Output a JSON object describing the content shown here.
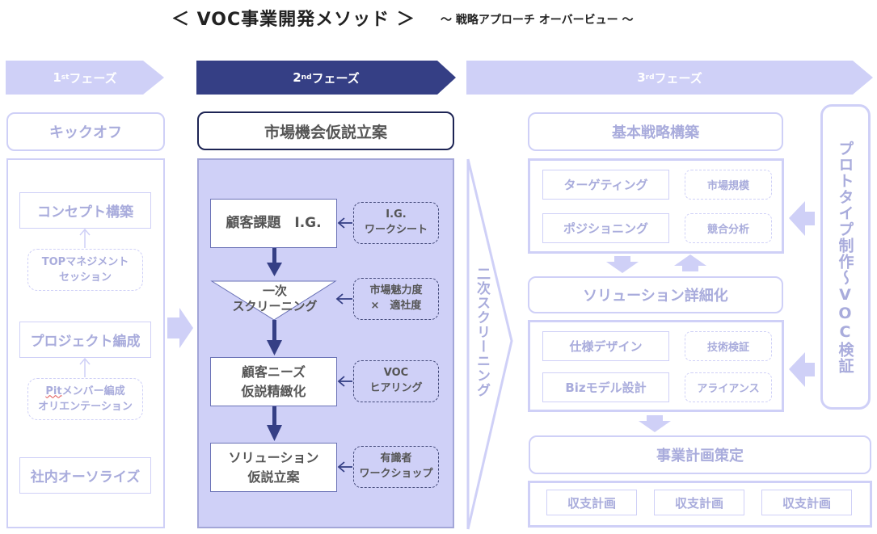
{
  "title": {
    "main": "＜ VOC事業開発メソッド ＞",
    "sub": "～ 戦略アプローチ オーバービュー ～"
  },
  "phases": [
    {
      "num": "1",
      "sup": "st",
      "label": " フェーズ"
    },
    {
      "num": "2",
      "sup": "nd",
      "label": " フェーズ"
    },
    {
      "num": "3",
      "sup": "rd",
      "label": " フェーズ"
    }
  ],
  "phase1": {
    "header": "キックオフ",
    "steps": [
      "コンセプト構築",
      "プロジェクト編成",
      "社内オーソライズ"
    ],
    "inputs": [
      {
        "line1": "TOPマネジメント",
        "line2": "セッション"
      },
      {
        "line1_pit": "Pit",
        "line1_rest": "メンバー編成",
        "line2": "オリエンテーション"
      }
    ]
  },
  "phase2": {
    "header": "市場機会仮説立案",
    "steps": [
      {
        "line1": "顧客課題　I.G.",
        "line2": ""
      },
      {
        "line1": "一次",
        "line2": "スクリーニング"
      },
      {
        "line1": "顧客ニーズ",
        "line2": "仮説精緻化"
      },
      {
        "line1": "ソリューション",
        "line2": "仮説立案"
      }
    ],
    "inputs": [
      {
        "line1": "I.G.",
        "line2": "ワークシート"
      },
      {
        "line1": "市場魅力度",
        "line2": "×　適社度"
      },
      {
        "line1": "VOC",
        "line2": "ヒアリング"
      },
      {
        "line1": "有識者",
        "line2": "ワークショップ"
      }
    ]
  },
  "secondary_screening": "二次スクリーニング",
  "phase3": {
    "basic_strategy": {
      "header": "基本戦略構築",
      "steps": [
        "ターゲティング",
        "ポジショニング"
      ],
      "inputs": [
        "市場規模",
        "競合分析"
      ]
    },
    "solution": {
      "header": "ソリューション詳細化",
      "steps": [
        "仕様デザイン",
        "Bizモデル設計"
      ],
      "inputs": [
        "技術検証",
        "アライアンス"
      ]
    },
    "business_plan": {
      "header": "事業計画策定",
      "items": [
        "収支計画",
        "収支計画",
        "収支計画"
      ]
    },
    "prototype": "プロトタイプ制作～VOC検証"
  },
  "colors": {
    "light": "#cfd0f7",
    "dark": "#353f85",
    "text_light": "#a9acdc",
    "text_dark": "#555555"
  }
}
